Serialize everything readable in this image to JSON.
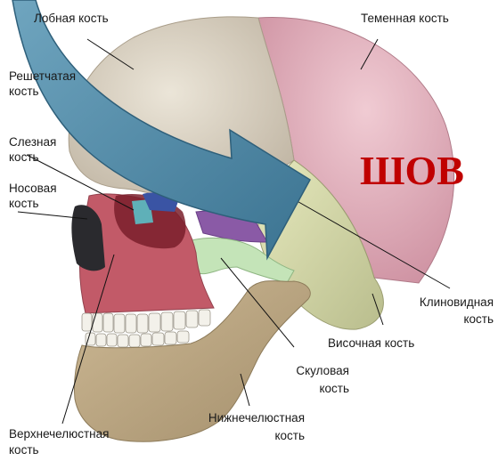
{
  "labels": {
    "frontal": "Лобная кость",
    "parietal": "Теменная кость",
    "ethmoid_1": "Решетчатая",
    "ethmoid_2": "кость",
    "lacrimal_1": "Слезная",
    "lacrimal_2": "кость",
    "nasal_1": "Носовая",
    "nasal_2": "кость",
    "sphenoid_1": "Клиновидная",
    "sphenoid_2": "кость",
    "temporal": "Височная кость",
    "zygomatic_1": "Скуловая",
    "zygomatic_2": "кость",
    "mandible_1": "Нижнечелюстная",
    "mandible_2": "кость",
    "maxilla_1": "Верхнечелюстная",
    "maxilla_2": "кость"
  },
  "callout": "ШОВ",
  "colors": {
    "arrow": "#4e86a3",
    "callout": "#c00000",
    "frontal": "#dcd3c4",
    "parietal": "#e4b4c0",
    "temporal": "#d8dca8",
    "zygomatic": "#c4e4b8",
    "sphenoid": "#8a5aa6",
    "maxilla": "#c25a68",
    "mandible": "#c7b28e"
  }
}
